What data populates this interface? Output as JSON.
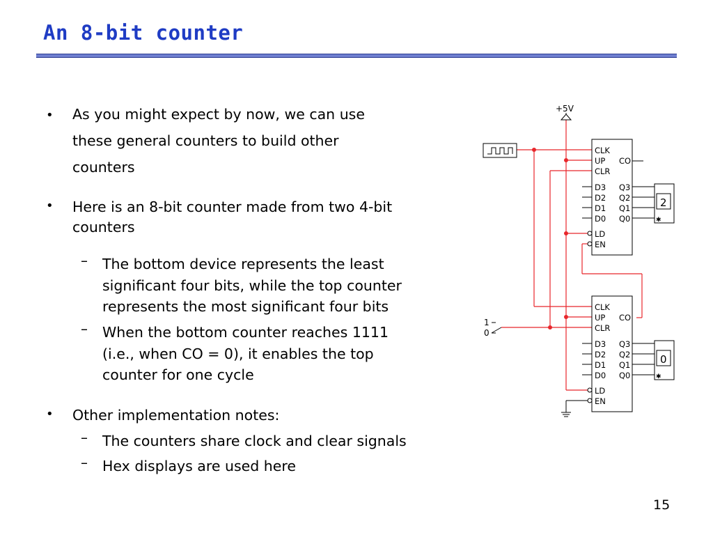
{
  "slide": {
    "title": "An 8-bit counter",
    "page_number": "15",
    "bullets": [
      {
        "lines": [
          "As you might expect by now, we can use",
          "these general counters to build other",
          "counters"
        ]
      },
      {
        "lines": [
          "Here is an 8-bit counter made from two 4-bit",
          "counters"
        ],
        "subs": [
          {
            "lines": [
              "The bottom device represents the least",
              "significant four bits, while the top counter",
              "represents the most significant four bits"
            ]
          },
          {
            "lines": [
              "When the bottom counter reaches 1111",
              "(i.e., when CO = 0), it enables the top",
              "counter for one cycle"
            ]
          }
        ]
      },
      {
        "lines": [
          "Other implementation notes:"
        ],
        "subs": [
          {
            "lines": [
              "The counters share clock and clear signals"
            ]
          },
          {
            "lines": [
              "Hex displays are used here"
            ]
          }
        ]
      }
    ]
  },
  "circuit": {
    "supply_label": "+5V",
    "switch_labels": [
      "1",
      "0"
    ],
    "counter_inputs": [
      "CLK",
      "UP",
      "CLR",
      "D3",
      "D2",
      "D1",
      "D0",
      "LD",
      "EN"
    ],
    "counter_outputs": [
      "CO",
      "Q3",
      "Q2",
      "Q1",
      "Q0"
    ],
    "top_display": "2",
    "bottom_display": "0",
    "wire_color": "#e8262b",
    "component_color": "#000000"
  }
}
